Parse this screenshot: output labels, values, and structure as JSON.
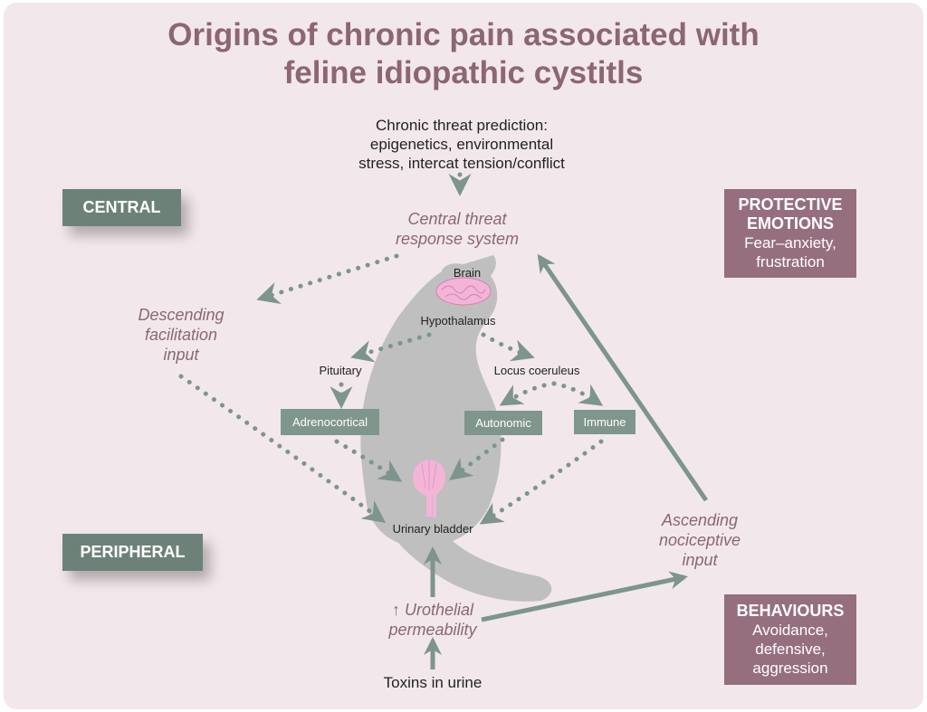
{
  "title": {
    "line1": "Origins of chronic pain associated with",
    "line2": "feline idiopathic cystitls"
  },
  "threat_prediction": {
    "line1": "Chronic threat prediction:",
    "line2": "epigenetics, environmental",
    "line3": "stress, intercat tension/conflict"
  },
  "central_threat": {
    "line1": "Central threat",
    "line2": "response system"
  },
  "descending": {
    "line1": "Descending",
    "line2": "facilitation",
    "line3": "input"
  },
  "ascending": {
    "line1": "Ascending",
    "line2": "nociceptive",
    "line3": "input"
  },
  "urothelial": {
    "arrow_icon": "↑",
    "line1": "Urothelial",
    "line2": "permeability"
  },
  "toxins": "Toxins in urine",
  "anatomy": {
    "brain": "Brain",
    "hypothalamus": "Hypothalamus",
    "pituitary": "Pituitary",
    "locus_coeruleus": "Locus coeruleus",
    "urinary_bladder": "Urinary bladder"
  },
  "systems": {
    "adrenocortical": "Adrenocortical",
    "autonomic": "Autonomic",
    "immune": "Immune"
  },
  "labels": {
    "central": "CENTRAL",
    "peripheral": "PERIPHERAL"
  },
  "protective_emotions": {
    "heading1": "PROTECTIVE",
    "heading2": "EMOTIONS",
    "line1": "Fear–anxiety,",
    "line2": "frustration"
  },
  "behaviours": {
    "heading": "BEHAVIOURS",
    "line1": "Avoidance,",
    "line2": "defensive,",
    "line3": "aggression"
  },
  "colors": {
    "title": "#8c6674",
    "green_box": "#6c8279",
    "mauve_box": "#956f7e",
    "arrow": "#7d958c",
    "cat": "#bfbfbf",
    "organ_pink": "#f2b5d8",
    "background": "#f2e8ec"
  }
}
